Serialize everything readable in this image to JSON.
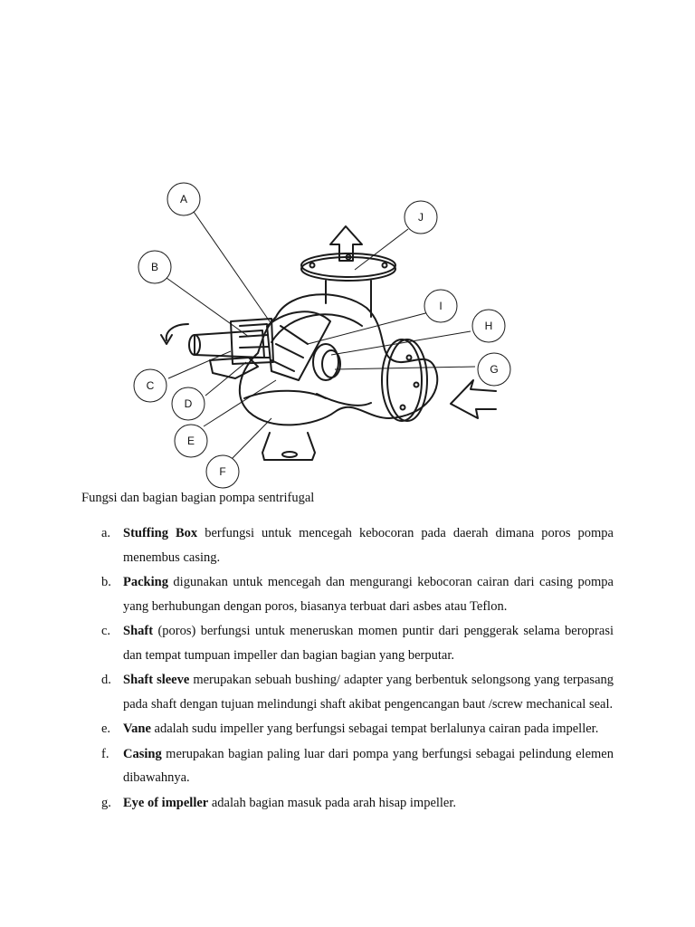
{
  "figure": {
    "callouts": [
      "A",
      "B",
      "C",
      "D",
      "E",
      "F",
      "G",
      "H",
      "I",
      "J"
    ]
  },
  "caption": "Fungsi dan bagian bagian pompa sentrifugal",
  "definitions": [
    {
      "marker": "a.",
      "term": "Stuffing Box",
      "text": " berfungsi untuk mencegah kebocoran pada daerah dimana poros pompa menembus casing."
    },
    {
      "marker": "b.",
      "term": "Packing",
      "text": " digunakan untuk mencegah dan mengurangi kebocoran cairan dari casing pompa yang berhubungan dengan poros, biasanya terbuat dari asbes atau Teflon."
    },
    {
      "marker": "c.",
      "term": "Shaft",
      "text": " (poros) berfungsi untuk meneruskan momen puntir dari penggerak selama beroprasi dan tempat tumpuan impeller  dan bagian bagian yang berputar."
    },
    {
      "marker": "d.",
      "term": "Shaft sleeve",
      "text": " merupakan sebuah bushing/ adapter yang berbentuk selongsong  yang terpasang pada shaft  dengan tujuan melindungi shaft akibat pengencangan baut /screw mechanical seal."
    },
    {
      "marker": "e.",
      "term": "Vane",
      "text": " adalah sudu impeller yang berfungsi sebagai tempat berlalunya  cairan pada impeller."
    },
    {
      "marker": "f.",
      "term": "Casing",
      "text": " merupakan bagian paling luar dari pompa yang berfungsi sebagai pelindung elemen dibawahnya."
    },
    {
      "marker": "g.",
      "term": "Eye of impeller",
      "text": " adalah bagian masuk pada arah hisap impeller."
    }
  ]
}
